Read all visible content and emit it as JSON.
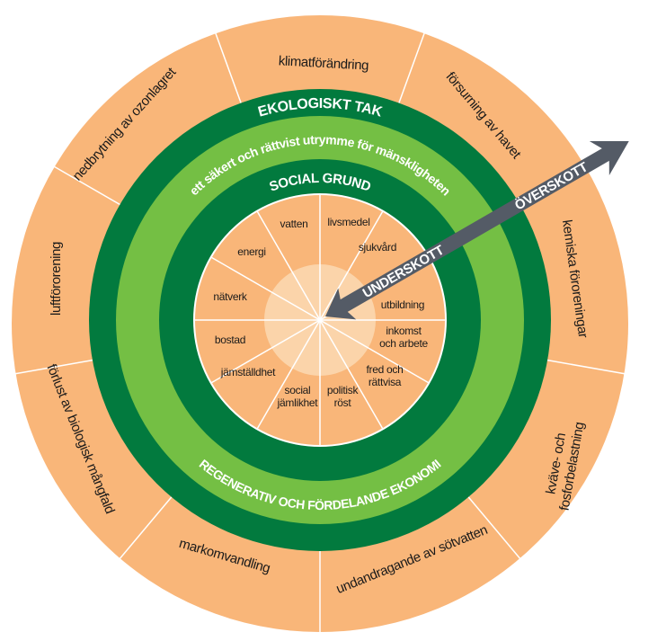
{
  "colors": {
    "orange": "#f9b679",
    "center": "#fbd4aa",
    "dark_green": "#027a3e",
    "light_green": "#74bf44",
    "arrow": "#545b66"
  },
  "rings": {
    "ecological_ceiling": "EKOLOGISKT TAK",
    "safe_space": "ett säkert och rättvist utrymme för mänskligheten",
    "social_foundation": "SOCIAL GRUND",
    "economy": "REGENERATIV OCH FÖRDELANDE EKONOMI"
  },
  "arrow": {
    "overshoot": "ÖVERSKOTT",
    "shortfall": "UNDERSKOTT"
  },
  "ecological": [
    {
      "lines": [
        "klimatförändring"
      ]
    },
    {
      "lines": [
        "försurning av havet"
      ]
    },
    {
      "lines": [
        "kemiska föroreningar"
      ]
    },
    {
      "lines": [
        "kväve- och",
        "fosforbelastning"
      ]
    },
    {
      "lines": [
        "undandragande av sötvatten"
      ]
    },
    {
      "lines": [
        "markomvandling"
      ]
    },
    {
      "lines": [
        "förlust av biologisk mångfald"
      ]
    },
    {
      "lines": [
        "luftförorening"
      ]
    },
    {
      "lines": [
        "nedbrytning av ozonlagret"
      ]
    }
  ],
  "social": [
    {
      "lines": [
        "livsmedel"
      ]
    },
    {
      "lines": [
        "sjukvård"
      ]
    },
    {
      "lines": [
        "utbildning"
      ]
    },
    {
      "lines": [
        "inkomst",
        "och arbete"
      ]
    },
    {
      "lines": [
        "fred och",
        "rättvisa"
      ]
    },
    {
      "lines": [
        "politisk",
        "röst"
      ]
    },
    {
      "lines": [
        "social",
        "jämlikhet"
      ]
    },
    {
      "lines": [
        "jämställdhet"
      ]
    },
    {
      "lines": [
        "bostad"
      ]
    },
    {
      "lines": [
        "nätverk"
      ]
    },
    {
      "lines": [
        "energi"
      ]
    },
    {
      "lines": [
        "vatten"
      ]
    }
  ]
}
